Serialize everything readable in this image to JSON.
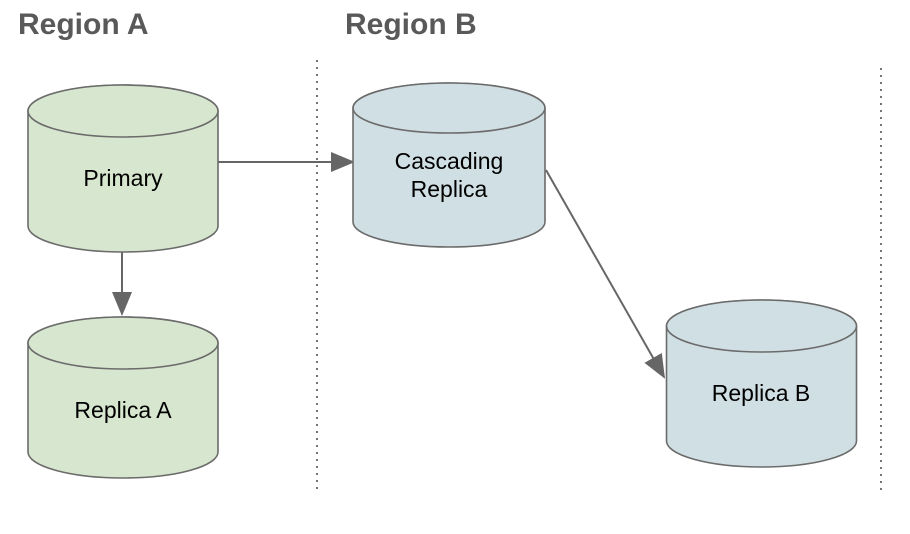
{
  "regions": {
    "a": {
      "label": "Region A"
    },
    "b": {
      "label": "Region B"
    }
  },
  "nodes": {
    "primary": {
      "label": "Primary",
      "type": "database-cylinder",
      "region": "Region A",
      "fill": "#d7e6ce"
    },
    "replica_a": {
      "label": "Replica A",
      "type": "database-cylinder",
      "region": "Region A",
      "fill": "#d7e6ce"
    },
    "cascading_replica": {
      "label": "Cascading Replica",
      "type": "database-cylinder",
      "region": "Region B",
      "fill": "#d0dfe3"
    },
    "replica_b": {
      "label": "Replica B",
      "type": "database-cylinder",
      "region": "Region B",
      "fill": "#d0dfe3"
    }
  },
  "edges": [
    {
      "from": "Primary",
      "to": "Cascading Replica",
      "style": "arrow"
    },
    {
      "from": "Primary",
      "to": "Replica A",
      "style": "arrow"
    },
    {
      "from": "Cascading Replica",
      "to": "Replica B",
      "style": "arrow"
    }
  ],
  "colors": {
    "green_node_fill": "#d7e6ce",
    "blue_node_fill": "#d0dfe3",
    "node_outline": "#6b6b6b",
    "arrow": "#666666",
    "region_title_text": "#595959",
    "region_boundary_dots": "#757575",
    "background": "#ffffff"
  }
}
